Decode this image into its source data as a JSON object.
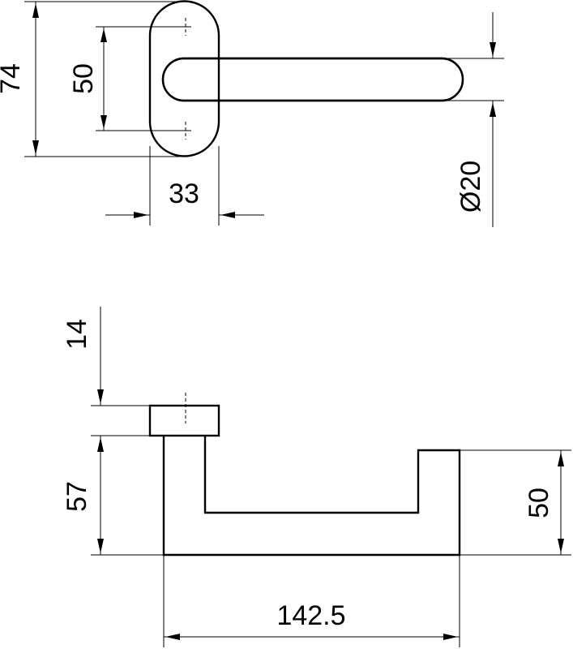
{
  "drawing": {
    "top_view": {
      "dim_height_total": "74",
      "dim_hole_spacing": "50",
      "dim_rose_width": "33",
      "dim_lever_diameter": "Ø20"
    },
    "side_view": {
      "dim_rose_thickness": "14",
      "dim_projection": "57",
      "dim_lever_height": "50",
      "dim_lever_length": "142.5"
    }
  }
}
